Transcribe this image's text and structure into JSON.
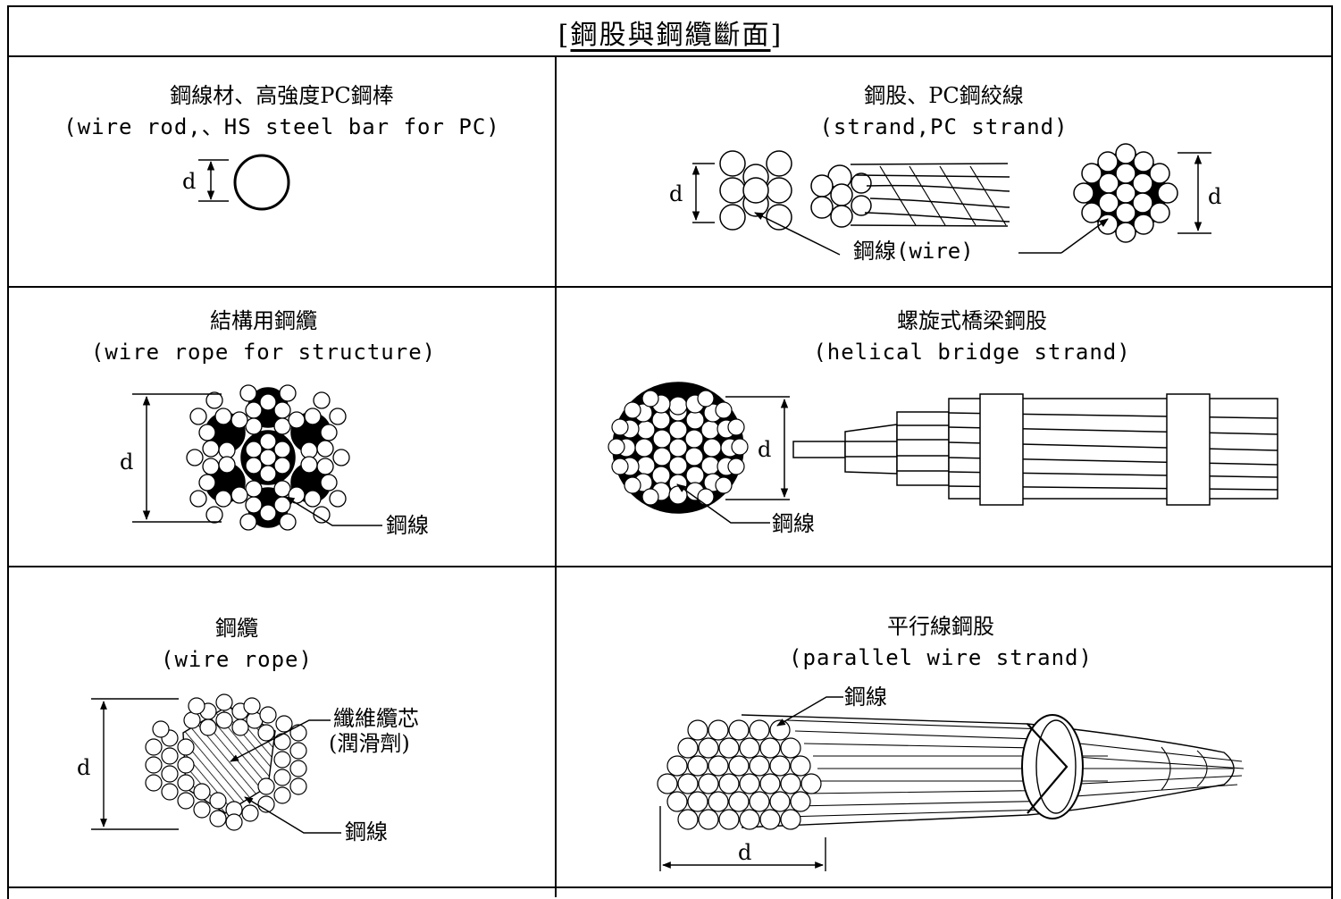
{
  "title": "鋼股與鋼纜斷面",
  "bracket_left": "[",
  "bracket_right": "]",
  "cells": {
    "wire_rod": {
      "zh": "鋼線材、高強度PC鋼棒",
      "en": "(wire rod,、HS steel bar for PC)",
      "dim": "d"
    },
    "strand": {
      "zh": "鋼股、PC鋼絞線",
      "en": "(strand,PC strand)",
      "dim_left": "d",
      "dim_right": "d",
      "wire_label": "鋼線(wire)"
    },
    "structure_rope": {
      "zh": "結構用鋼纜",
      "en": "(wire rope for structure)",
      "dim": "d",
      "wire_label": "鋼線"
    },
    "helical": {
      "zh": "螺旋式橋梁鋼股",
      "en": "(helical bridge strand)",
      "dim": "d",
      "wire_label": "鋼線"
    },
    "wire_rope": {
      "zh": "鋼纜",
      "en": "(wire rope)",
      "dim": "d",
      "core_label": "纖維纜芯",
      "core_sub": "(潤滑劑)",
      "wire_label": "鋼線"
    },
    "parallel": {
      "zh": "平行線鋼股",
      "en": "(parallel wire strand)",
      "dim": "d",
      "wire_label": "鋼線"
    }
  }
}
